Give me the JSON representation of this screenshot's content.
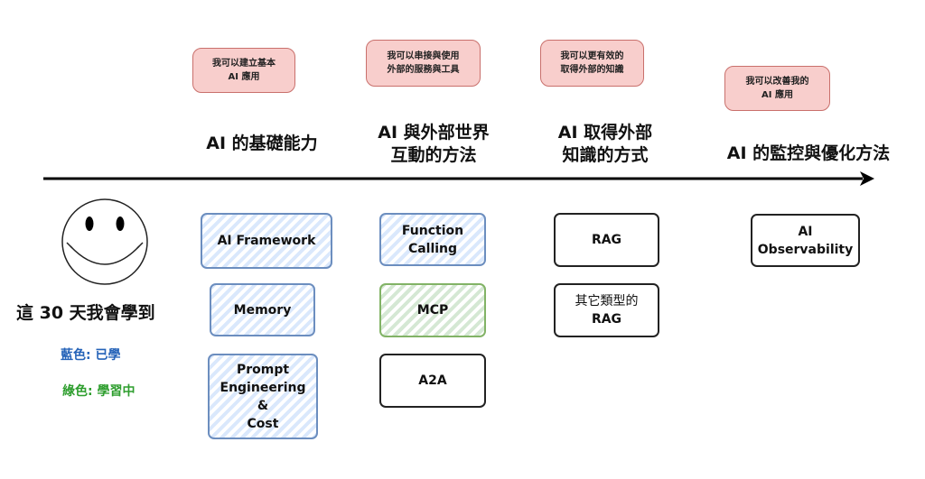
{
  "colors": {
    "learned": "#2563b8",
    "learning": "#2e9e2e",
    "bubble_fill": "#f8cecc",
    "bubble_border": "#c9706c",
    "blue_box_border": "#6c8ebf",
    "green_box_border": "#82b366"
  },
  "intro": {
    "icon": "smiley-face-icon",
    "title": "這 30 天我會學到",
    "legend_learned": "藍色: 已學",
    "legend_learning": "綠色: 學習中"
  },
  "stages": [
    {
      "bubble": "我可以建立基本\nAI 應用",
      "heading": "AI 的基礎能力",
      "items": [
        {
          "label": "AI Framework",
          "status": "learned"
        },
        {
          "label": "Memory",
          "status": "learned"
        },
        {
          "label": "Prompt\nEngineering\n&\nCost",
          "status": "learned"
        }
      ]
    },
    {
      "bubble": "我可以串接與使用\n外部的服務與工具",
      "heading": "AI 與外部世界\n互動的方法",
      "items": [
        {
          "label": "Function\nCalling",
          "status": "learned"
        },
        {
          "label": "MCP",
          "status": "learning"
        },
        {
          "label": "A2A",
          "status": "todo"
        }
      ]
    },
    {
      "bubble": "我可以更有效的\n取得外部的知識",
      "heading": "AI 取得外部\n知識的方式",
      "items": [
        {
          "label": "RAG",
          "status": "todo"
        },
        {
          "label_line1": "其它類型的",
          "label_line2": "RAG",
          "status": "todo"
        }
      ]
    },
    {
      "bubble": "我可以改善我的\nAI 應用",
      "heading": "AI 的監控與優化方法",
      "items": [
        {
          "label": "AI\nObservability",
          "status": "todo"
        }
      ]
    }
  ]
}
